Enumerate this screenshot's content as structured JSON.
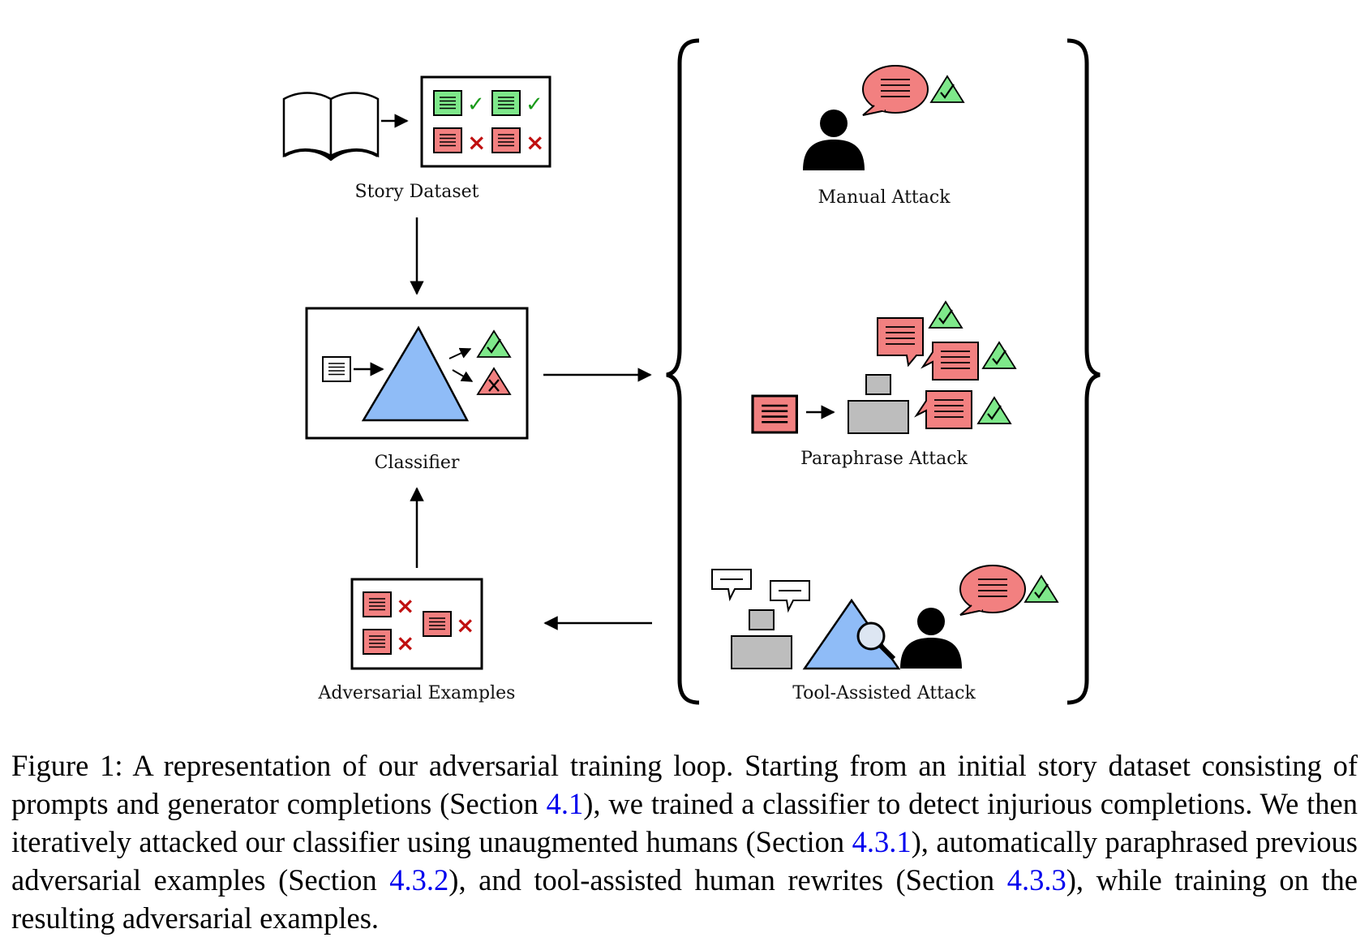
{
  "diagram": {
    "labels": {
      "story_dataset": "Story Dataset",
      "classifier": "Classifier",
      "adversarial_examples": "Adversarial Examples",
      "manual_attack": "Manual Attack",
      "paraphrase_attack": "Paraphrase Attack",
      "tool_assisted_attack": "Tool-Assisted Attack"
    },
    "symbols": {
      "check": "✓",
      "cross": "×"
    },
    "colors": {
      "safe_green": "#7ee88a",
      "injurious_red": "#f28080",
      "classifier_blue": "#8fbcf7",
      "tool_gray": "#bdbdbd",
      "check_green": "#1a9a1a",
      "cross_red": "#c01010"
    },
    "icons": [
      "book-icon",
      "document-icon",
      "triangle-classifier-icon",
      "person-icon",
      "speech-bubble-icon",
      "paraphraser-machine-icon",
      "magnifier-icon",
      "arrow-icon",
      "brace-icon"
    ]
  },
  "caption": {
    "p1": "Figure 1: A representation of our adversarial training loop. Starting from an initial story dataset consisting of prompts and generator completions (Section ",
    "ref1": "4.1",
    "p2": "), we trained a classifier to detect injurious completions. We then iteratively attacked our classifier using unaugmented humans (Section ",
    "ref2": "4.3.1",
    "p3": "), automatically paraphrased previous adversarial examples (Section ",
    "ref3": "4.3.2",
    "p4": "), and tool-assisted human rewrites (Section ",
    "ref4": "4.3.3",
    "p5": "), while training on the resulting adversarial examples."
  }
}
